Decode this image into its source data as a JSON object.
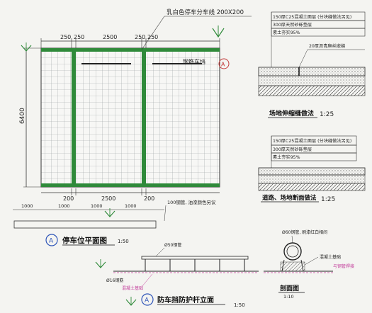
{
  "colors": {
    "paper": "#f4f4f1",
    "ink": "#1f1f1f",
    "green": "#2f8a3a",
    "blue": "#2d54b8",
    "magenta": "#c23a9a",
    "grid": "#8b9296"
  },
  "plan": {
    "top_callout": "乳白色停车分车线 200X200",
    "side_callout": "钢筋车挡",
    "dim_top": [
      "250",
      "250",
      "2500",
      "250",
      "250"
    ],
    "dim_left": "6400",
    "dim_bottom": [
      "200",
      "2500",
      "200"
    ],
    "dim_lower": [
      "1000",
      "1000",
      "1000",
      "1000"
    ],
    "note_lower": "100钢管, 油漆颜色另议",
    "title_badge": "A",
    "title": "停车位平面图",
    "scale": "1:50",
    "section_mark": "A"
  },
  "section1": {
    "layers": [
      "150厚C25混凝土面层 (分块缝做法另见)",
      "300厚天然砂砾垫层",
      "素土夯实95%",
      "20厚沥青麻丝嵌缝"
    ],
    "title": "场地伸缩缝做法",
    "scale": "1:25"
  },
  "section2": {
    "layers": [
      "150厚C25混凝土面层 (分块缝做法另见)",
      "300厚天然砂砾垫层",
      "素土夯实95%"
    ],
    "title": "道路、场地断面做法",
    "scale": "1:25"
  },
  "barrier": {
    "labels": [
      "Ø50钢管",
      "Ø16钢筋",
      "混凝土基础"
    ],
    "title_badge": "A",
    "title": "防车挡防护杆立面",
    "scale": "1:50"
  },
  "detail": {
    "labels": [
      "Ø60钢管, 刷漆红白相间",
      "混凝土基础",
      "与钢管焊接"
    ],
    "title": "剖面图",
    "scale": "1:10"
  }
}
